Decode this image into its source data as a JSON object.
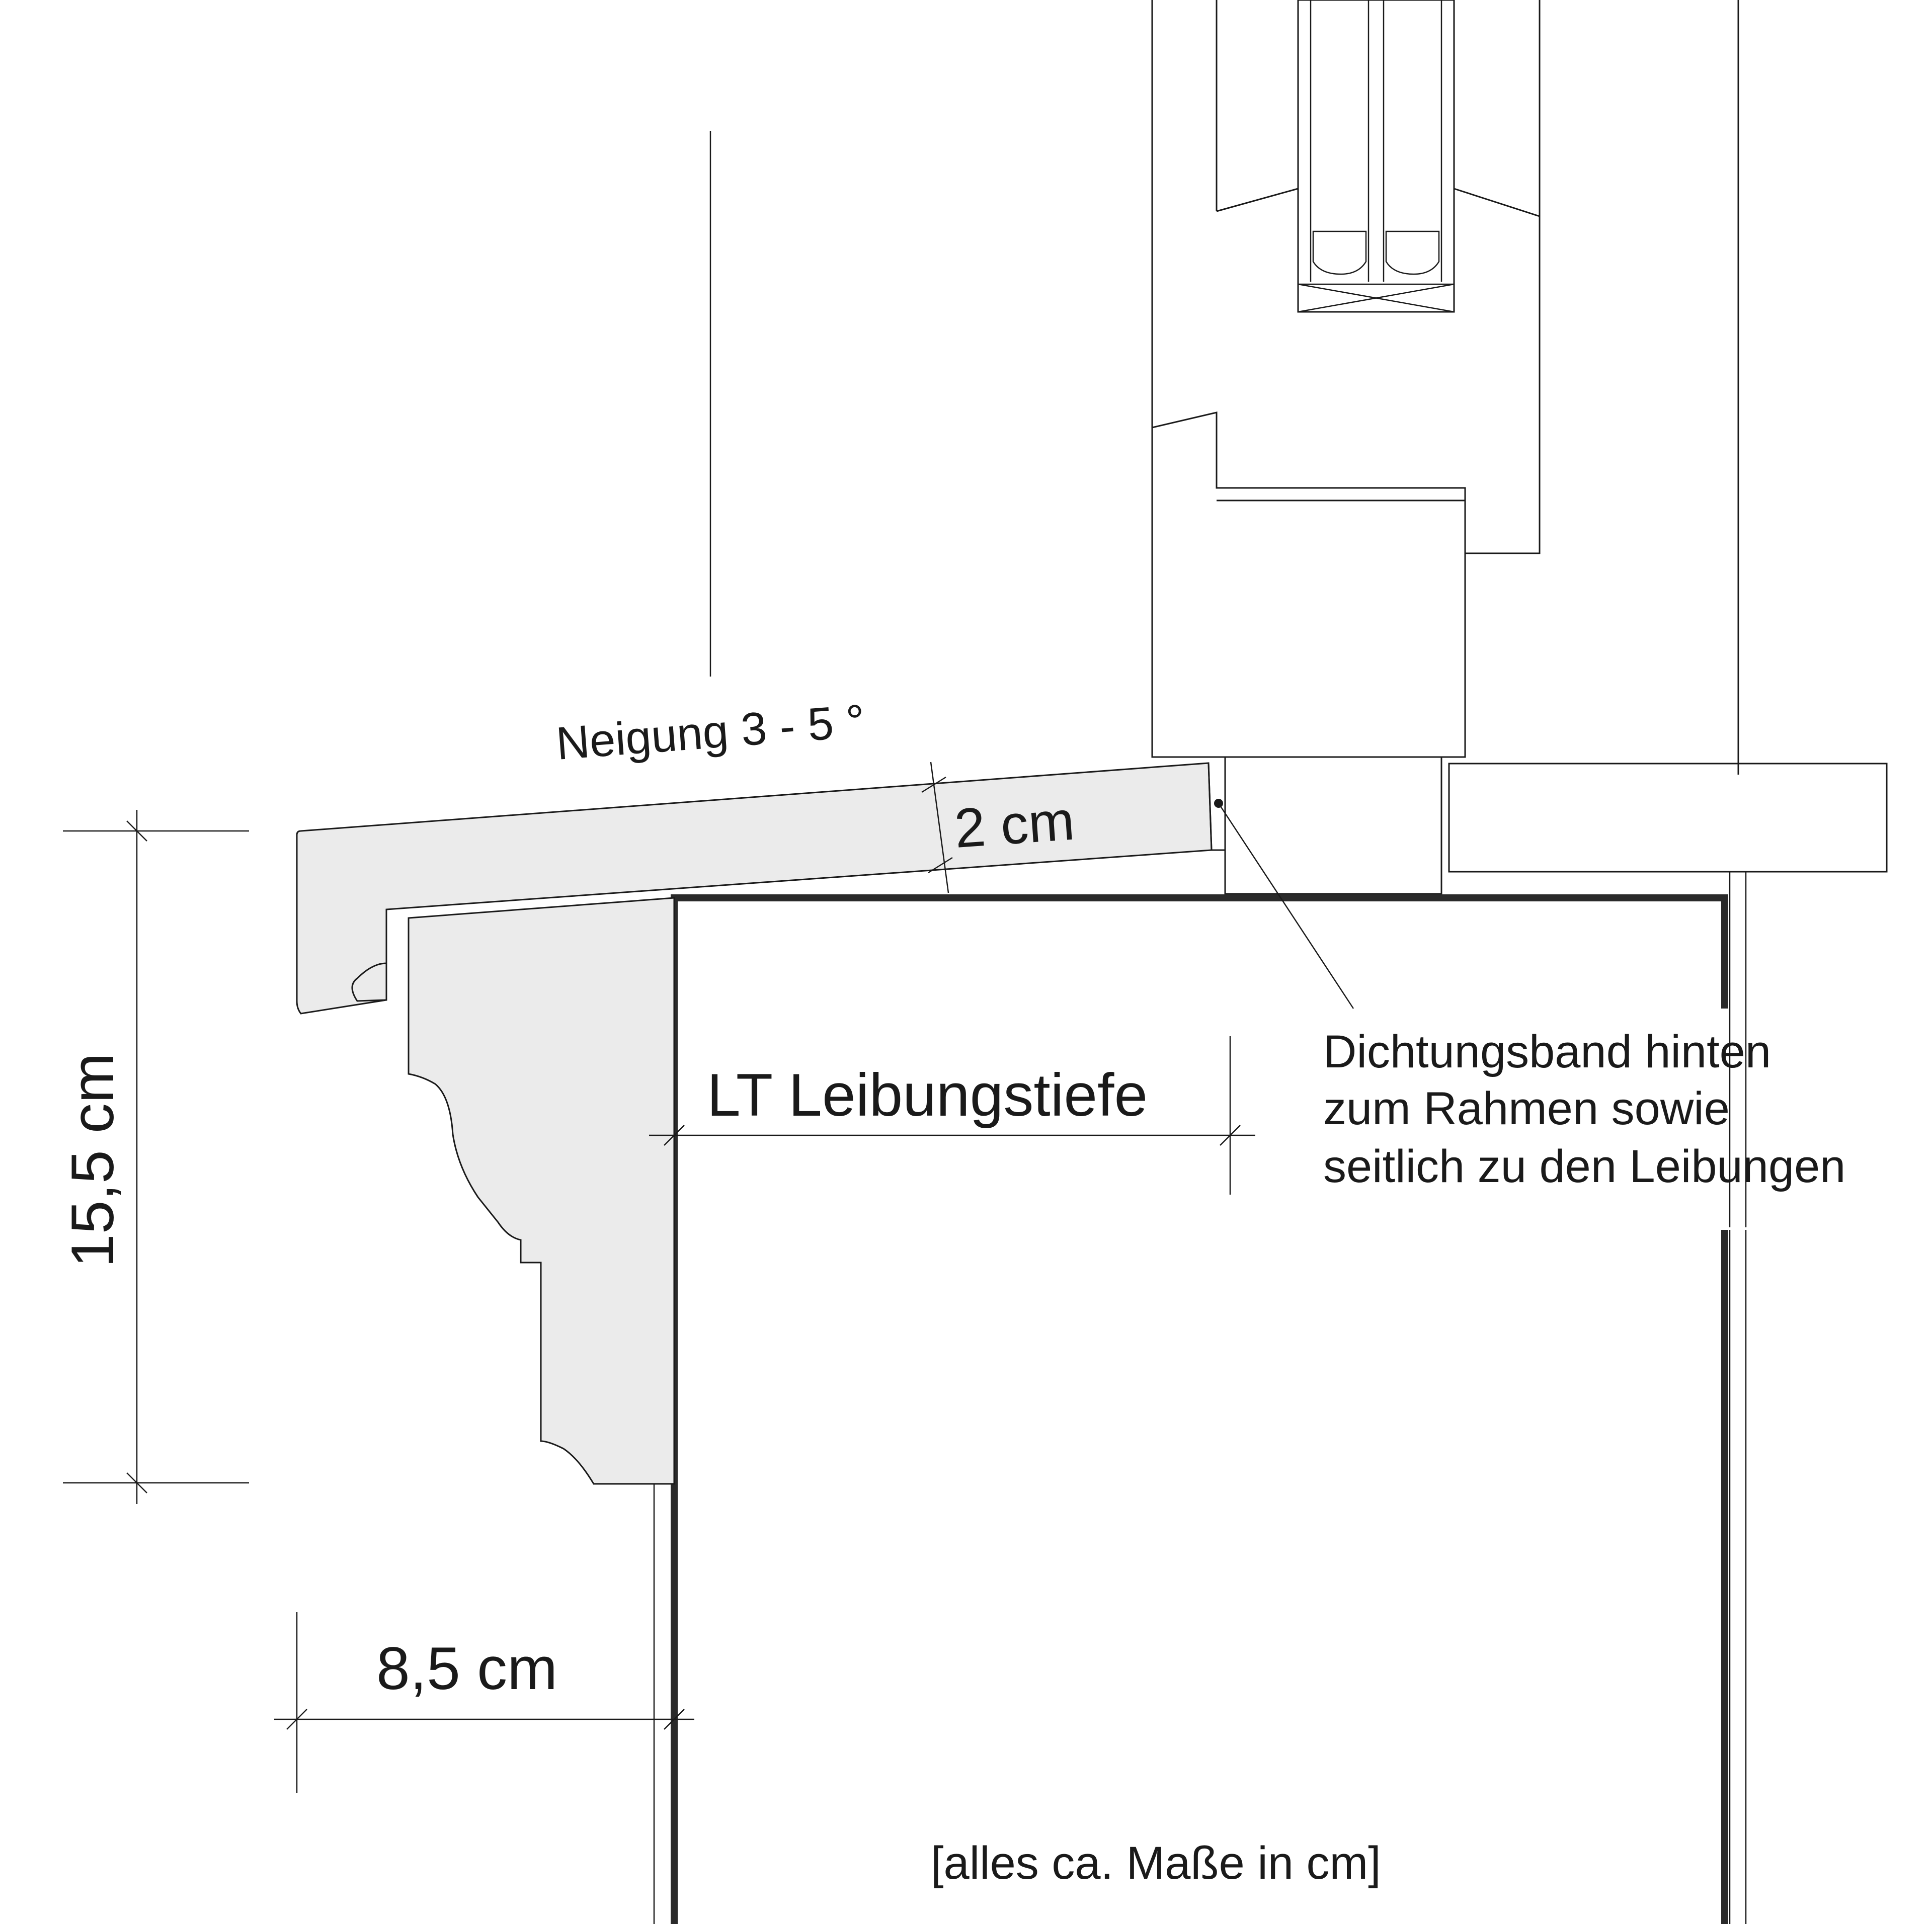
{
  "labels": {
    "slope": "Neigung 3 - 5 °",
    "overhang_thickness": "2 cm",
    "profile_height": "15,5 cm",
    "reveal_depth": "LT Leibungstiefe",
    "projection": "8,5 cm",
    "sealing_note": {
      "line1": "Dichtungsband hinten",
      "line2": "zum Rahmen sowie",
      "line3": "seitlich zu den Leibungen"
    },
    "footnote": "[alles ca. Maße in cm]"
  }
}
